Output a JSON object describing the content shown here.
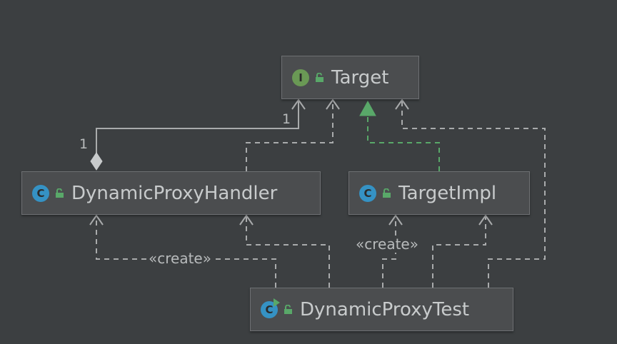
{
  "nodes": {
    "target": {
      "name": "Target",
      "kind": "I"
    },
    "handler": {
      "name": "DynamicProxyHandler",
      "kind": "C"
    },
    "impl": {
      "name": "TargetImpl",
      "kind": "C"
    },
    "test": {
      "name": "DynamicProxyTest",
      "kind": "C"
    }
  },
  "labels": {
    "mult_target": "1",
    "mult_handler": "1",
    "create_left": "«create»",
    "create_right": "«create»"
  },
  "colors": {
    "background": "#3c3f41",
    "dependency_line": "#a9abac",
    "realization_line": "#59a869",
    "interface_badge": "#6a9955",
    "class_badge": "#3592c4"
  },
  "icons": {
    "interface": "interface-icon",
    "class": "class-icon",
    "runnable_class": "runnable-class-icon",
    "visibility": "unlock-icon"
  }
}
